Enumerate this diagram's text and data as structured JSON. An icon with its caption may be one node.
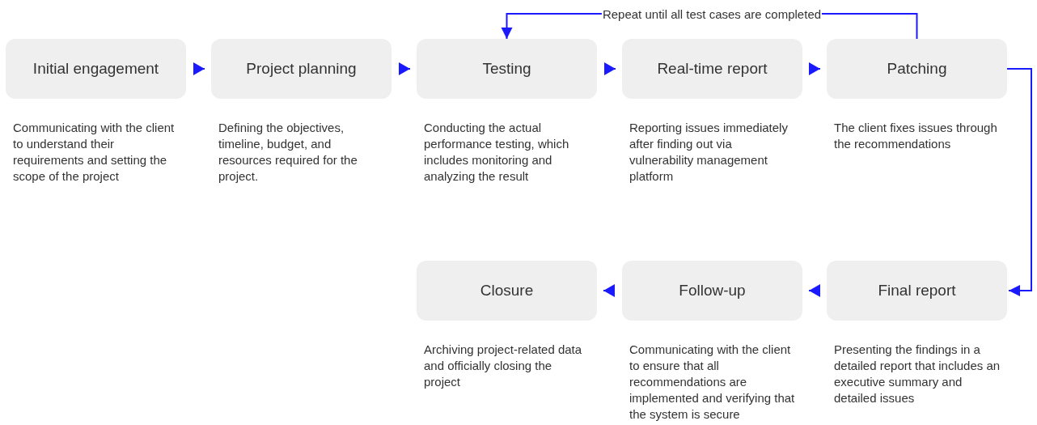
{
  "diagram": {
    "nodes": [
      {
        "text": [
          "Initial engagement"
        ],
        "beside": [
          "Communicating with the client to understand  their requirements and setting the scope of the project"
        ]
      },
      {
        "text": [
          "Project planning"
        ],
        "beside": [
          "Defining the objectives, timeline, budget, and resources required for the project."
        ]
      },
      {
        "text": [
          "Testing"
        ],
        "beside": [
          "Conducting the actual performance testing, which includes monitoring and analyzing the result"
        ]
      },
      {
        "text": [
          "Real-time report"
        ],
        "beside": [
          "Reporting issues immediately after finding out via vulnerability management platform"
        ]
      },
      {
        "text": [
          "Patching"
        ],
        "beside": [
          "The client fixes issues through the recommendations"
        ]
      },
      {
        "text": [
          "Closure"
        ],
        "beside": [
          "Archiving project-related data and officially closing the project"
        ]
      },
      {
        "text": [
          "Follow-up"
        ],
        "beside": [
          "Communicating with the client to ensure that all recommendations are implemented and verifying that the system is secure"
        ]
      },
      {
        "text": [
          "Final report"
        ],
        "beside": [
          "Presenting the findings in a detailed report that includes an executive summary and detailed issues"
        ]
      }
    ],
    "edges": [
      {
        "from": 0,
        "to": 1,
        "arrow": "to"
      },
      {
        "from": 1,
        "to": 2,
        "arrow": "to"
      },
      {
        "from": 2,
        "to": 3,
        "arrow": "to"
      },
      {
        "from": 3,
        "to": 4,
        "arrow": "to"
      },
      {
        "from": 4,
        "to": 2,
        "arrow": "to",
        "label": "Repeat until all test cases are completed"
      },
      {
        "from": 4,
        "to": 7,
        "arrow": "to"
      },
      {
        "from": 7,
        "to": 6,
        "arrow": "to"
      },
      {
        "from": 6,
        "to": 5,
        "arrow": "to"
      }
    ]
  }
}
